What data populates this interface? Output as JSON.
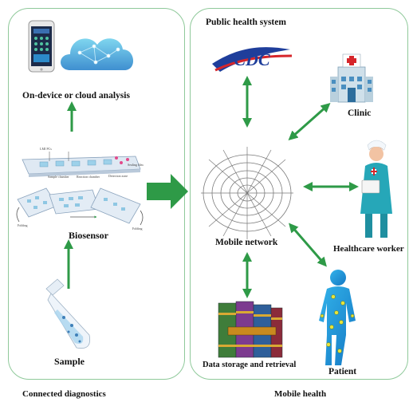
{
  "left_panel": {
    "caption": "Connected diagnostics",
    "analysis_label": "On-device or cloud analysis",
    "biosensor_label": "Biosensor",
    "sample_label": "Sample",
    "biosensor_parts": {
      "sample_chamber": "Sample chamber",
      "reaction_chamber": "Reaction chamber",
      "detection_zone": "Detection zone",
      "sealing_film": "Sealing film",
      "folding_left": "Folding",
      "folding_right": "Folding",
      "top_label": "LMI PCs"
    }
  },
  "right_panel": {
    "caption": "Mobile health",
    "public_health_label": "Public health system",
    "cdc_logo_text": "CDC",
    "clinic_label": "Clinic",
    "healthcare_label": "Healthcare worker",
    "mobile_network_label": "Mobile network",
    "data_storage_label": "Data storage and retrieval",
    "patient_label": "Patient"
  },
  "colors": {
    "arrow_green": "#2e9a47",
    "panel_border": "#8fc99a",
    "cdc_blue": "#1f3e9b",
    "cdc_red": "#d6262b"
  }
}
